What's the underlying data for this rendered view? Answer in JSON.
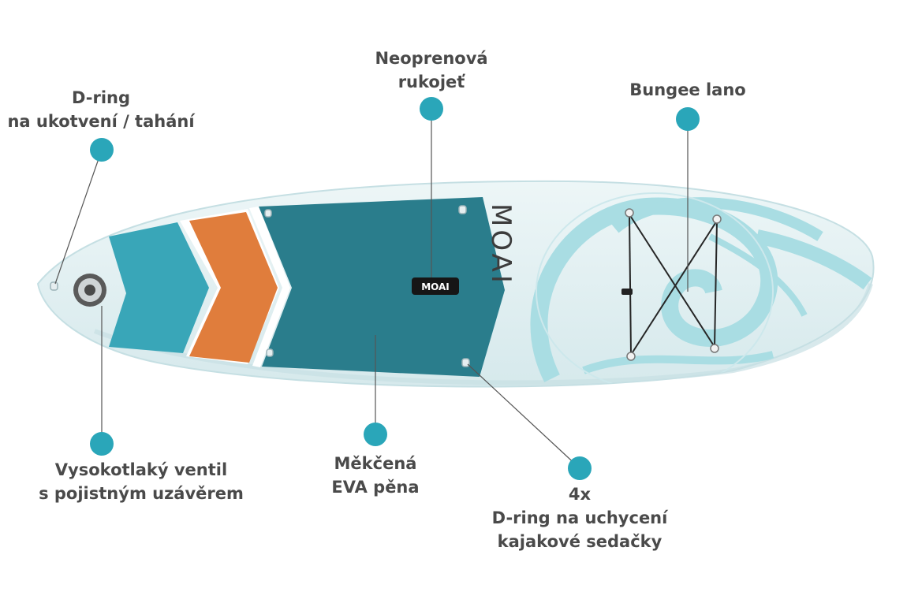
{
  "board": {
    "brand_text": "MOAI",
    "handle_text": "MOAI"
  },
  "colors": {
    "marker": "#2aa6b9",
    "label_text": "#4a4a4a",
    "board_body": "#e3f1f3",
    "deck_pad": "#2a7d8c",
    "stripe_teal": "#39a6b8",
    "stripe_orange": "#e07d3c",
    "tribal": "#a9dde3"
  },
  "callouts": {
    "d_ring_tow": {
      "line1": "D-ring",
      "line2": "na ukotvení / tahání"
    },
    "neoprene_handle": {
      "line1": "Neoprenová",
      "line2": "rukojeť"
    },
    "bungee": {
      "line1": "Bungee lano"
    },
    "valve": {
      "line1": "Vysokotlaký ventil",
      "line2": "s pojistným uzávěrem"
    },
    "eva_foam": {
      "line1": "Měkčená",
      "line2": "EVA pěna"
    },
    "kayak_seat": {
      "line1": "4x",
      "line2": "D-ring na uchycení",
      "line3": "kajakové sedačky"
    }
  }
}
